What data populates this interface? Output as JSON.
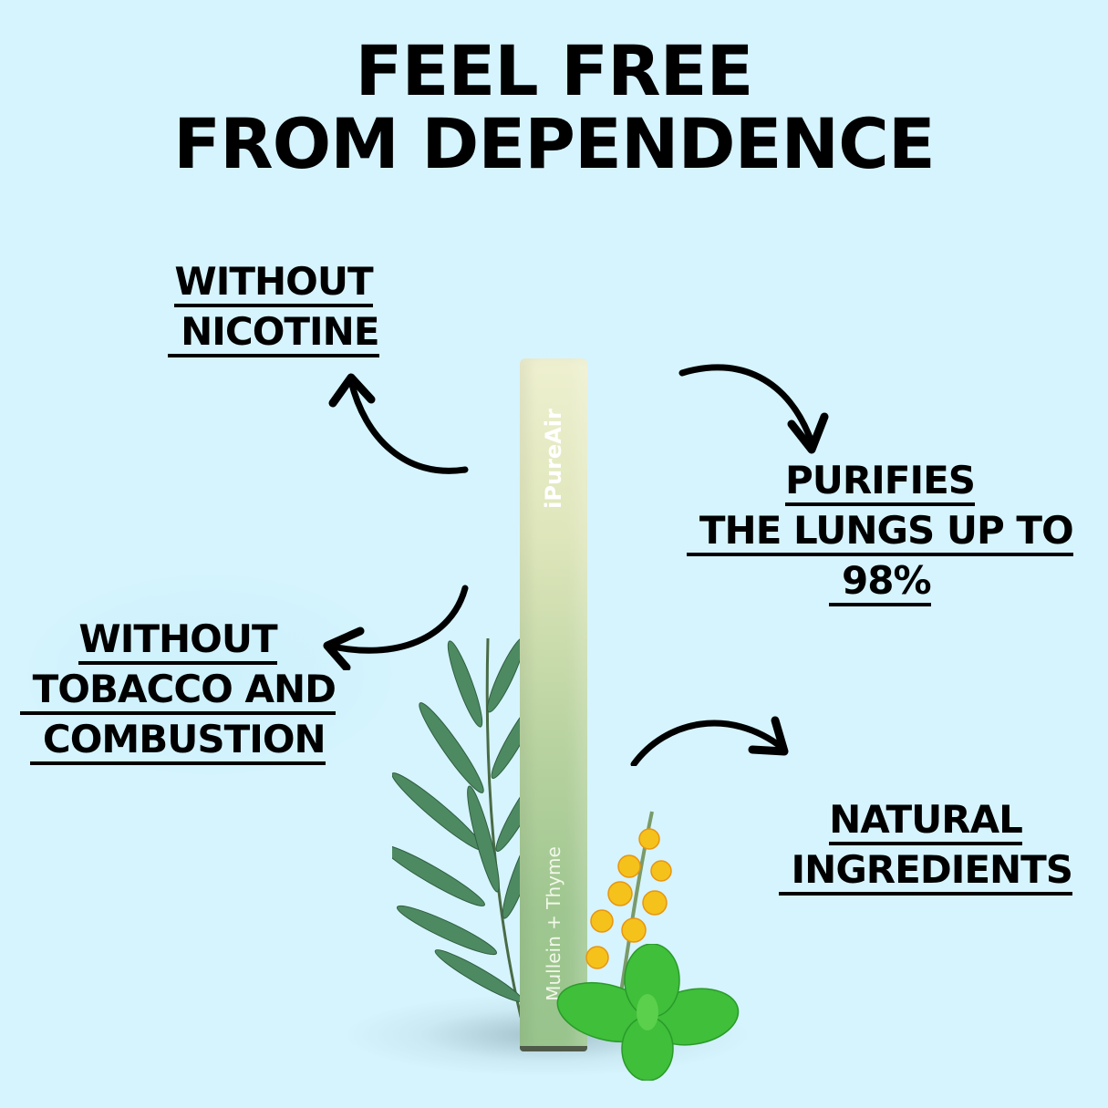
{
  "headline": {
    "line1": "FEEL FREE",
    "line2": "FROM DEPENDENCE"
  },
  "features": [
    {
      "id": "nicotine",
      "lines": [
        "WITHOUT",
        " NICOTINE"
      ]
    },
    {
      "id": "purifies",
      "lines": [
        "PURIFIES",
        " THE LUNGS UP TO",
        " 98%"
      ]
    },
    {
      "id": "tobacco",
      "lines": [
        "WITHOUT",
        " TOBACCO AND",
        " COMBUSTION"
      ]
    },
    {
      "id": "natural",
      "lines": [
        "NATURAL",
        " INGREDIENTS"
      ]
    }
  ],
  "product": {
    "brand": "iPureAir",
    "flavor": "Mullein + Thyme"
  },
  "colors": {
    "background": "#d6f4fe",
    "text": "#000000",
    "pen_top": "#eef0cf",
    "pen_bottom": "#98c48c",
    "flower": "#f5c21b",
    "mint": "#3fbf3a",
    "rosemary": "#3e7a55"
  }
}
